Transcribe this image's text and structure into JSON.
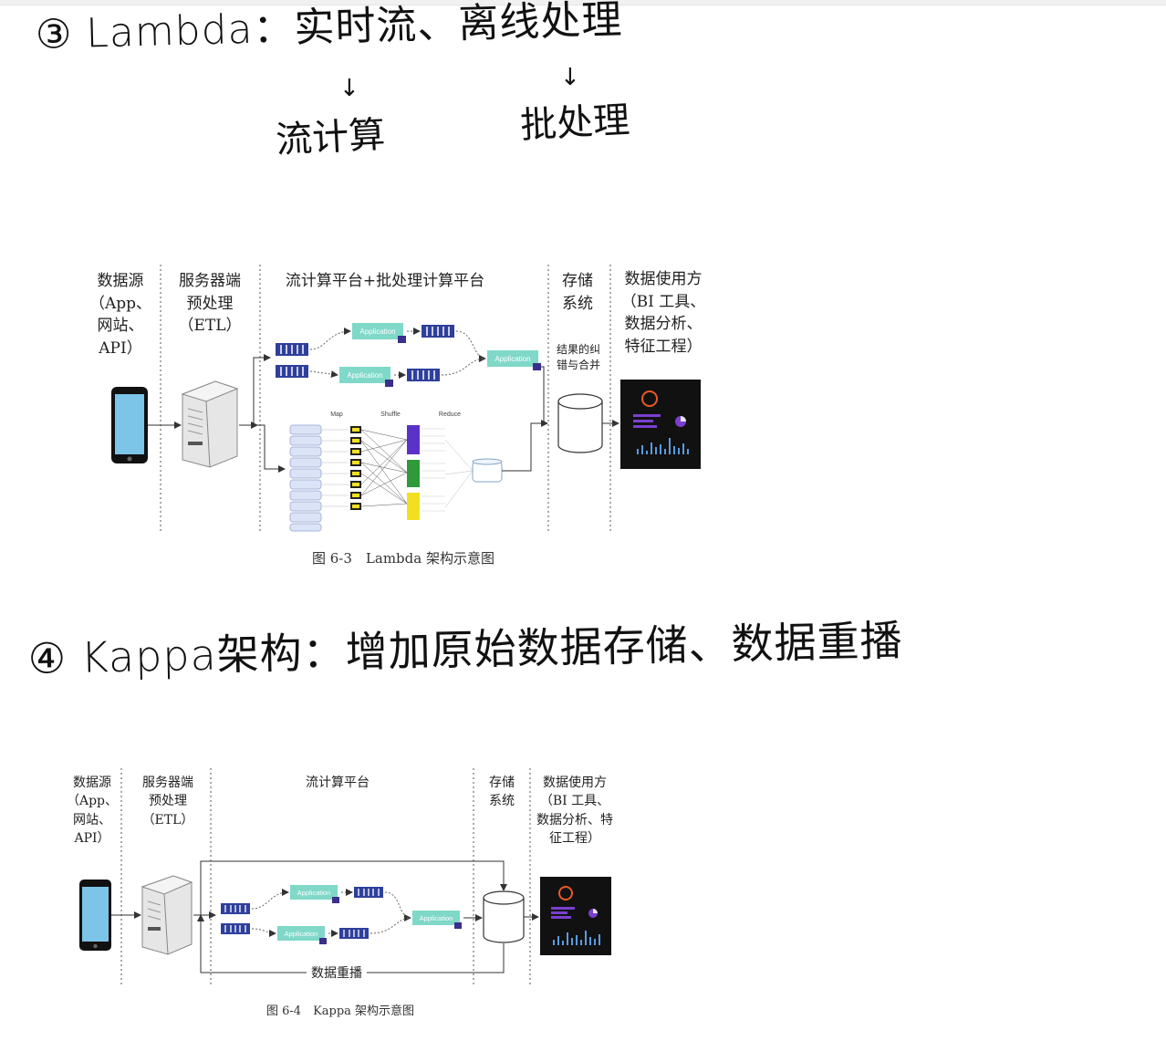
{
  "notes": {
    "lambda_line": "③ Lambda：实时流、离线处理",
    "stream_engine": "流计算",
    "batch_engine": "批处理",
    "kappa_line": "④ Kappa架构：增加原始数据存储、数据重播"
  },
  "fig_lambda": {
    "col_source": "数据源\n（App、\n网站、\nAPI）",
    "col_server": "服务器端\n预处理\n（ETL）",
    "col_platform": "流计算平台+批处理计算平台",
    "col_storage": "存储\n系统",
    "merge_note": "结果的纠\n错与合并",
    "col_consumer": "数据使用方\n（BI 工具、\n数据分析、\n特征工程）",
    "app_label": "Application",
    "map_label": "Map",
    "shuffle_label": "Shuffle",
    "reduce_label": "Reduce",
    "caption": "图 6-3　Lambda 架构示意图"
  },
  "fig_kappa": {
    "col_source": "数据源\n（App、\n网站、\nAPI）",
    "col_server": "服务器端\n预处理\n（ETL）",
    "col_platform": "流计算平台",
    "col_storage": "存储\n系统",
    "col_consumer": "数据使用方\n（BI 工具、\n数据分析、特\n征工程）",
    "app_label": "Application",
    "replay_label": "数据重播",
    "caption": "图 6-4　Kappa 架构示意图"
  },
  "colors": {
    "app_box": "#7fd8c8",
    "queue": "#3a4fb8",
    "dashboard_bg": "#111111",
    "accent_purple": "#7a3fd0",
    "green": "#2e9a3a",
    "yellow": "#f2e020",
    "phone_screen": "#7cc4e8"
  }
}
